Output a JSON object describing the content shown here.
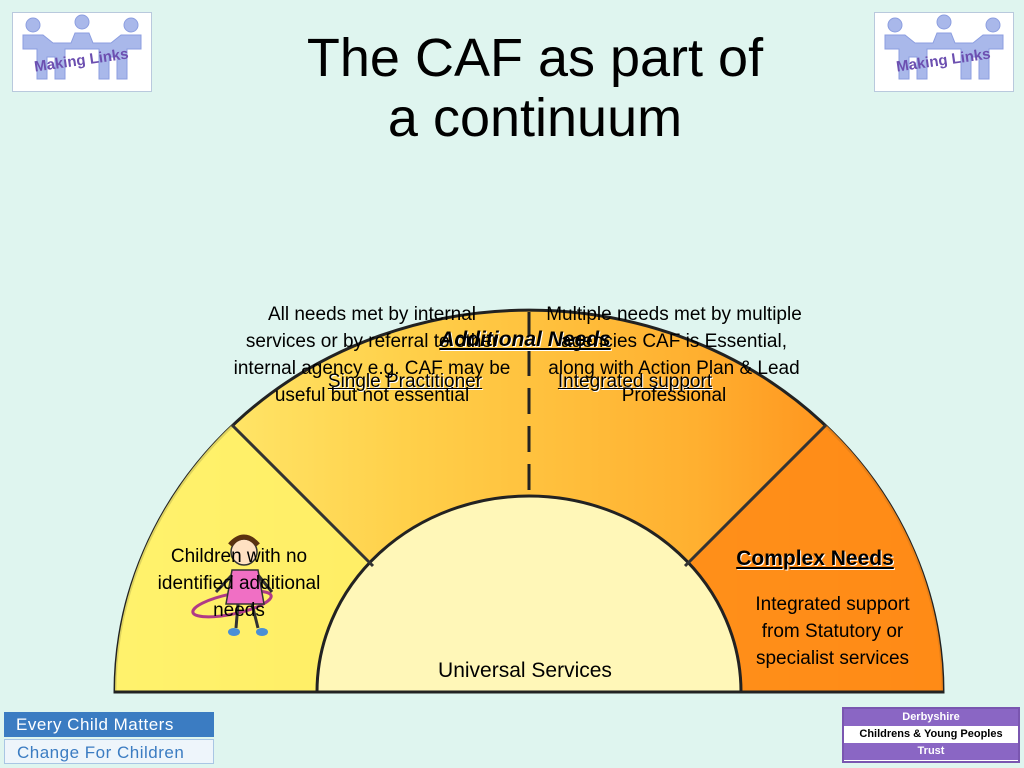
{
  "logo_text": "Making Links",
  "title": {
    "line1": "The CAF as part of",
    "line2": "a continuum"
  },
  "segments": {
    "universal": "Universal Services",
    "no_needs": "Children with no identified additional needs",
    "additional_heading": "Additional Needs",
    "single_practitioner": "Single Practitioner",
    "integrated_support": "Integrated support",
    "single_desc": "All needs met by internal services or by referral to other internal agency e.g. CAF may be useful but not essential",
    "multiple_desc": "Multiple needs met by multiple agencies CAF is Essential, along with Action Plan & Lead Professional",
    "complex_heading": "Complex Needs",
    "complex_desc": "Integrated support from Statutory or specialist services"
  },
  "footer": {
    "ecm_line1": "Every Child Matters",
    "ecm_line2": "Change For Children",
    "trust_line1": "Derbyshire",
    "trust_line2": "Childrens & Young Peoples",
    "trust_line3": "Trust"
  },
  "colors": {
    "background": "#dff5ef",
    "universal": "#fff7b8",
    "no_needs": "#fff26a",
    "additional": "#ffc83e",
    "complex": "#ff8c17"
  },
  "icons": [
    "making-links-logo",
    "hula-hoop-girl"
  ]
}
